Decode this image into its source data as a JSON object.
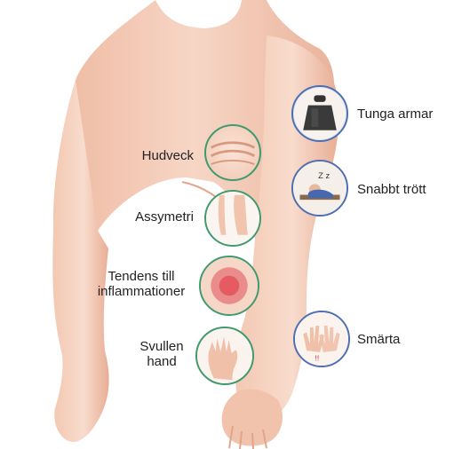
{
  "labels": {
    "hudveck": "Hudveck",
    "assymetri": "Assymetri",
    "inflammation_line1": "Tendens till",
    "inflammation_line2": "inflammationer",
    "svullen_line1": "Svullen",
    "svullen_line2": "hand",
    "tunga_armar": "Tunga armar",
    "snabbt_trott": "Snabbt trött",
    "smarta": "Smärta"
  },
  "icons": {
    "body": "body-arm-illustration",
    "skin_fold": "skin-fold-icon",
    "asymmetry": "asymmetric-arms-icon",
    "inflammation": "inflamed-skin-icon",
    "swollen_hand": "swollen-hand-icon",
    "weight": "weight-icon",
    "tired": "tired-person-icon",
    "pain": "painful-hands-icon"
  },
  "colors": {
    "skin": "#f3c9b3",
    "skin_shadow": "#e2a98f",
    "green_ring": "#3f9a6e",
    "blue_ring": "#4f6fb0",
    "inflammation": "#e0505a",
    "text": "#222222"
  }
}
